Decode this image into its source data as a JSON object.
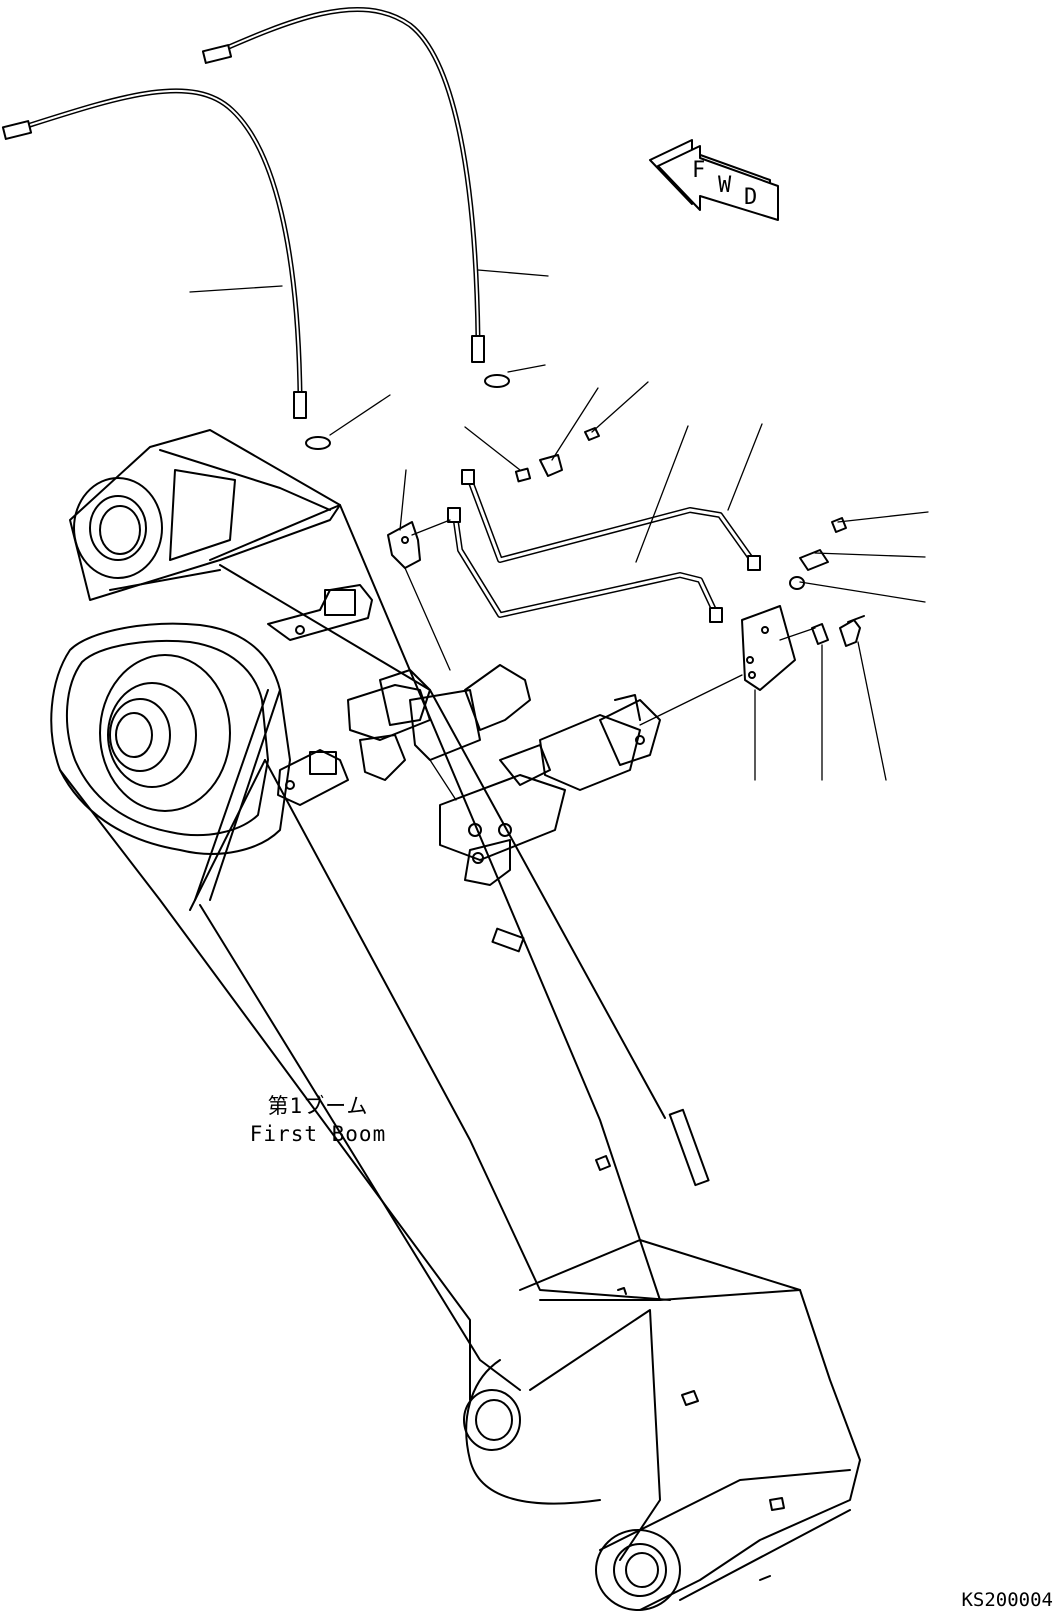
{
  "boom_label": {
    "japanese": "第1ブーム",
    "english": "First Boom"
  },
  "fwd_arrow": {
    "letter_f": "F",
    "letter_w": "W",
    "letter_d": "D",
    "icon": "forward-arrow-icon"
  },
  "drawing_code": "KS200004"
}
